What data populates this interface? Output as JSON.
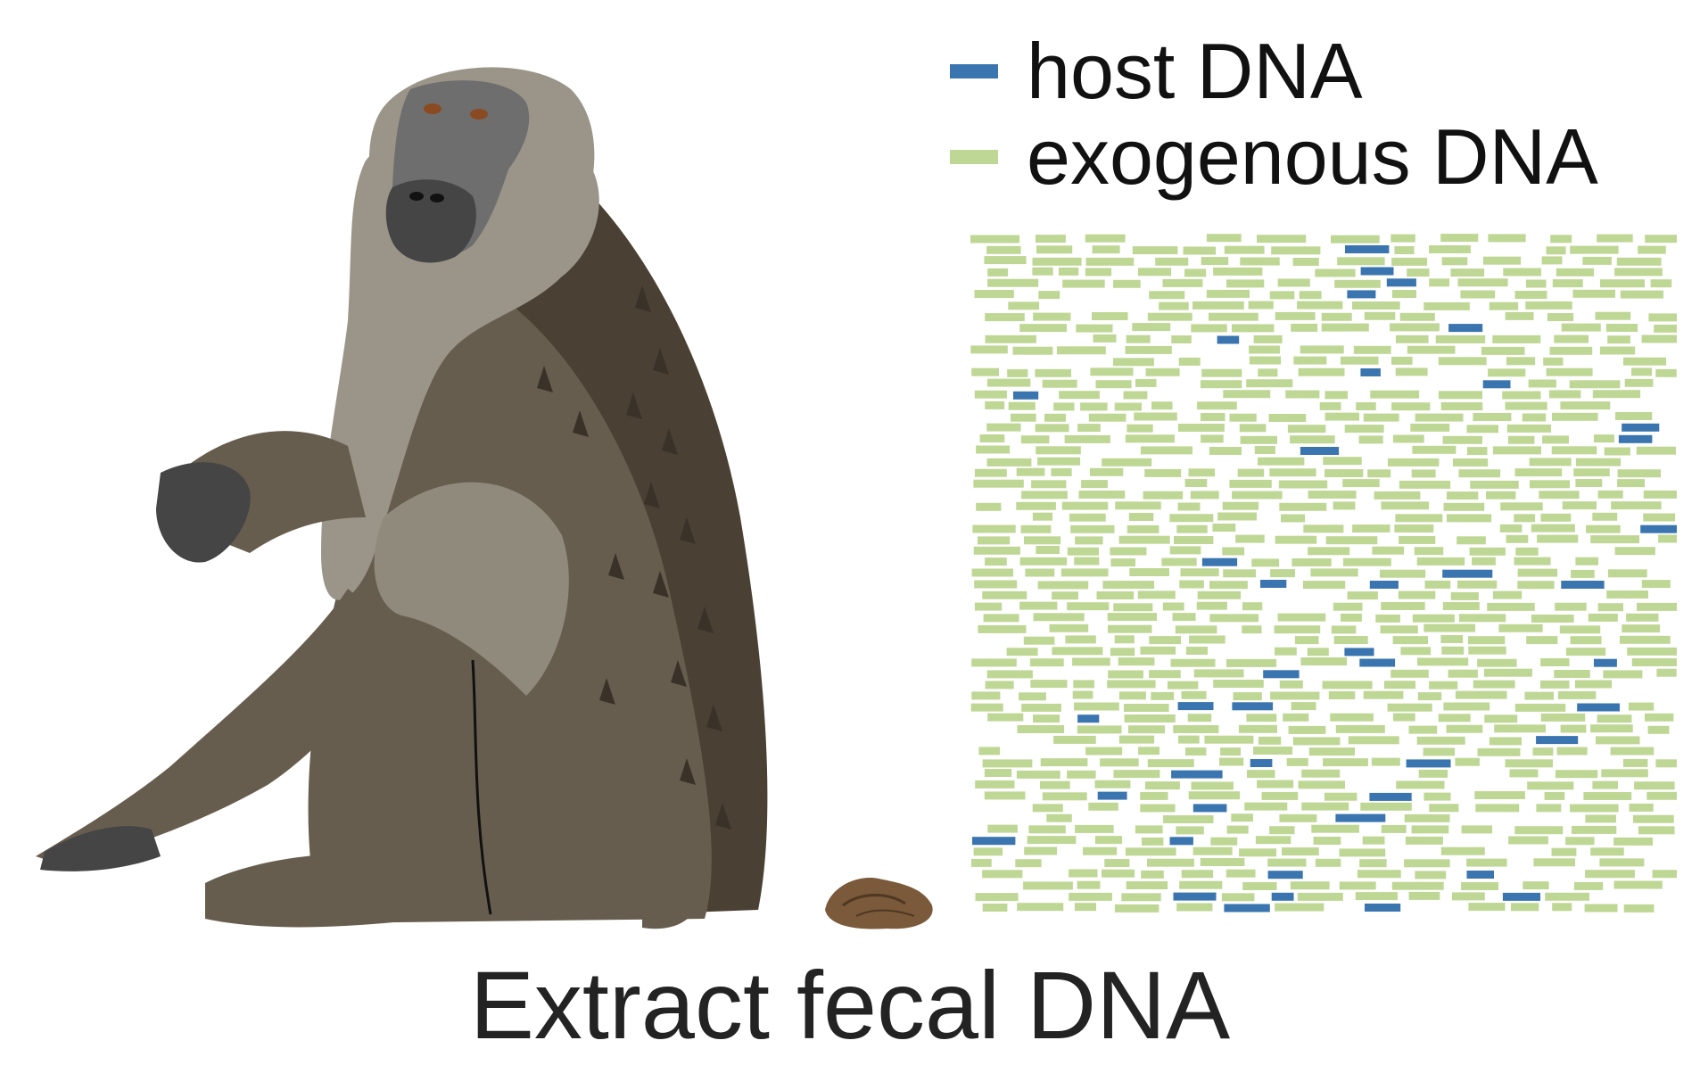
{
  "legend": {
    "items": [
      {
        "label": "host DNA",
        "color": "#3a75b0"
      },
      {
        "label": "exogenous DNA",
        "color": "#bfd795"
      }
    ]
  },
  "reads": {
    "host_color": "#3a75b0",
    "exogenous_color": "#bfd795",
    "host_fraction": 0.05
  },
  "colors": {
    "fur_dark": "#4a4033",
    "fur_mid": "#675d4e",
    "fur_light": "#8f8a7c",
    "mane_gray": "#9a9588",
    "face_gray": "#6e6e6e",
    "muzzle": "#454545",
    "eye": "#8a4a22",
    "feces": "#7a5a3a"
  },
  "caption": "Extract fecal DNA"
}
